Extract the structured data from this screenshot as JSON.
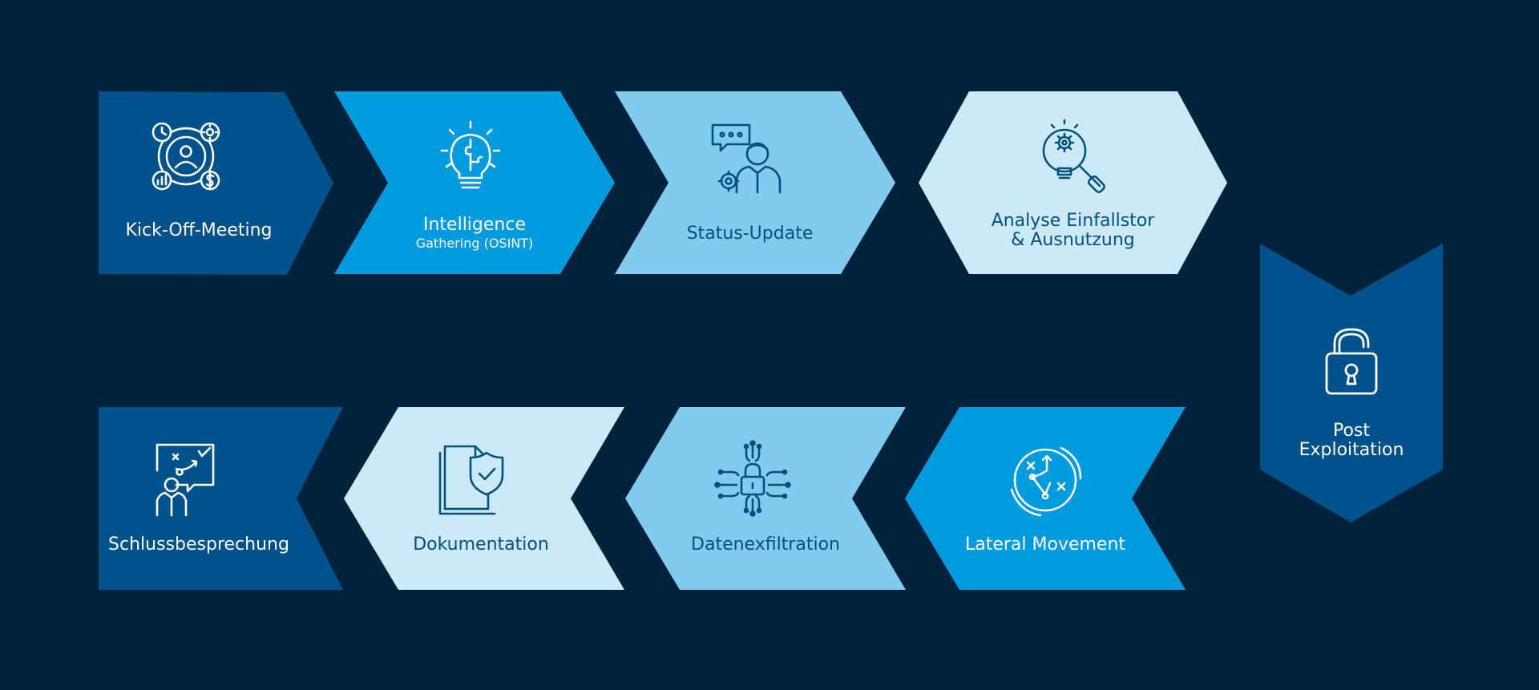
{
  "colors": {
    "background": "#00223a",
    "navy": "#00518c",
    "blue": "#009ade",
    "sky": "#80cbee",
    "pale": "#cce9f7",
    "text_light": "#ffffff",
    "text_dark": "#00517f"
  },
  "steps": [
    {
      "label": "Kick-Off-Meeting",
      "sub": "",
      "icon": "meeting-hub-icon",
      "fill": "#00518c"
    },
    {
      "label": "Intelligence",
      "sub": "Gathering (OSINT)",
      "icon": "lightbulb-puzzle-icon",
      "fill": "#009ade"
    },
    {
      "label": "Status-Update",
      "sub": "",
      "icon": "chat-person-gear-icon",
      "fill": "#80cbee"
    },
    {
      "label": "Analyse Einfallstor",
      "sub": "& Ausnutzung",
      "icon": "bulb-magnifier-icon",
      "fill": "#cce9f7"
    },
    {
      "label": "Post",
      "sub": "Exploitation",
      "icon": "unlocked-padlock-icon",
      "fill": "#00518c"
    },
    {
      "label": "Lateral Movement",
      "sub": "",
      "icon": "strategy-target-icon",
      "fill": "#009ade"
    },
    {
      "label": "Datenexfiltration",
      "sub": "",
      "icon": "padlock-circuit-icon",
      "fill": "#80cbee"
    },
    {
      "label": "Dokumentation",
      "sub": "",
      "icon": "document-shield-icon",
      "fill": "#cce9f7"
    },
    {
      "label": "Schlussbesprechung",
      "sub": "",
      "icon": "presenter-board-icon",
      "fill": "#00518c"
    }
  ]
}
